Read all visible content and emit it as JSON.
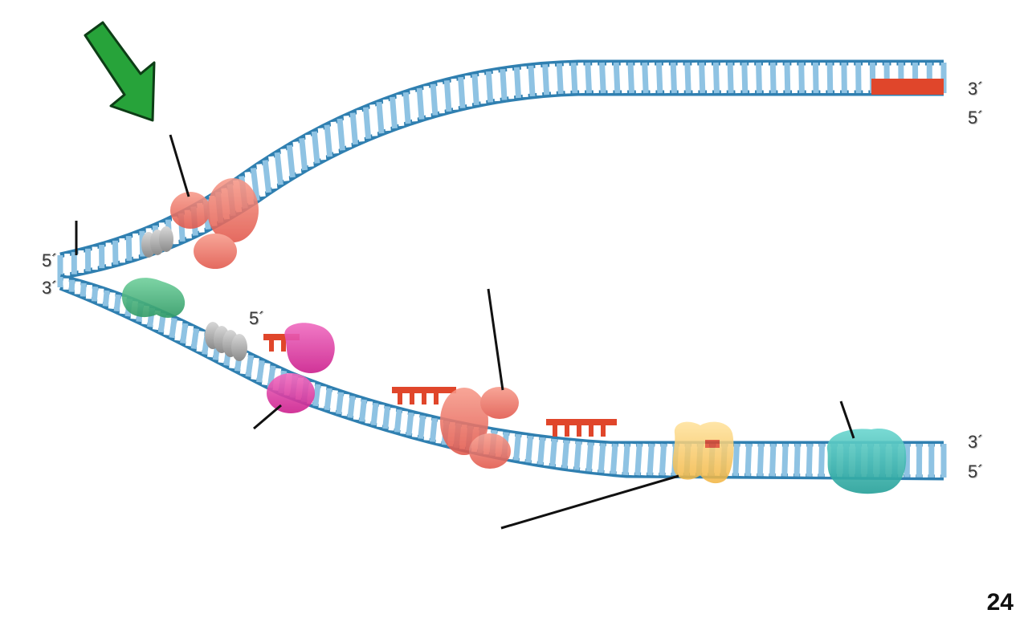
{
  "diagram": {
    "labels": {
      "top_right_3": "3´",
      "top_right_5": "5´",
      "left_5": "5´",
      "left_3": "3´",
      "primer_5": "5´",
      "bottom_right_3": "3´",
      "bottom_right_5": "5´"
    },
    "page_number": "24",
    "colors": {
      "strand": "#2f7fb0",
      "rung": "#8fc3e3",
      "new_strand": "#e0462b",
      "arrow": "#27a33a",
      "helicase": "#f0705e",
      "primase": "#e0309a",
      "topoisomerase": "#4bb07a",
      "ssb": "#9a9a9a",
      "ligase": "#f6c35a",
      "polymerase_iii": "#3bb3ad"
    }
  }
}
